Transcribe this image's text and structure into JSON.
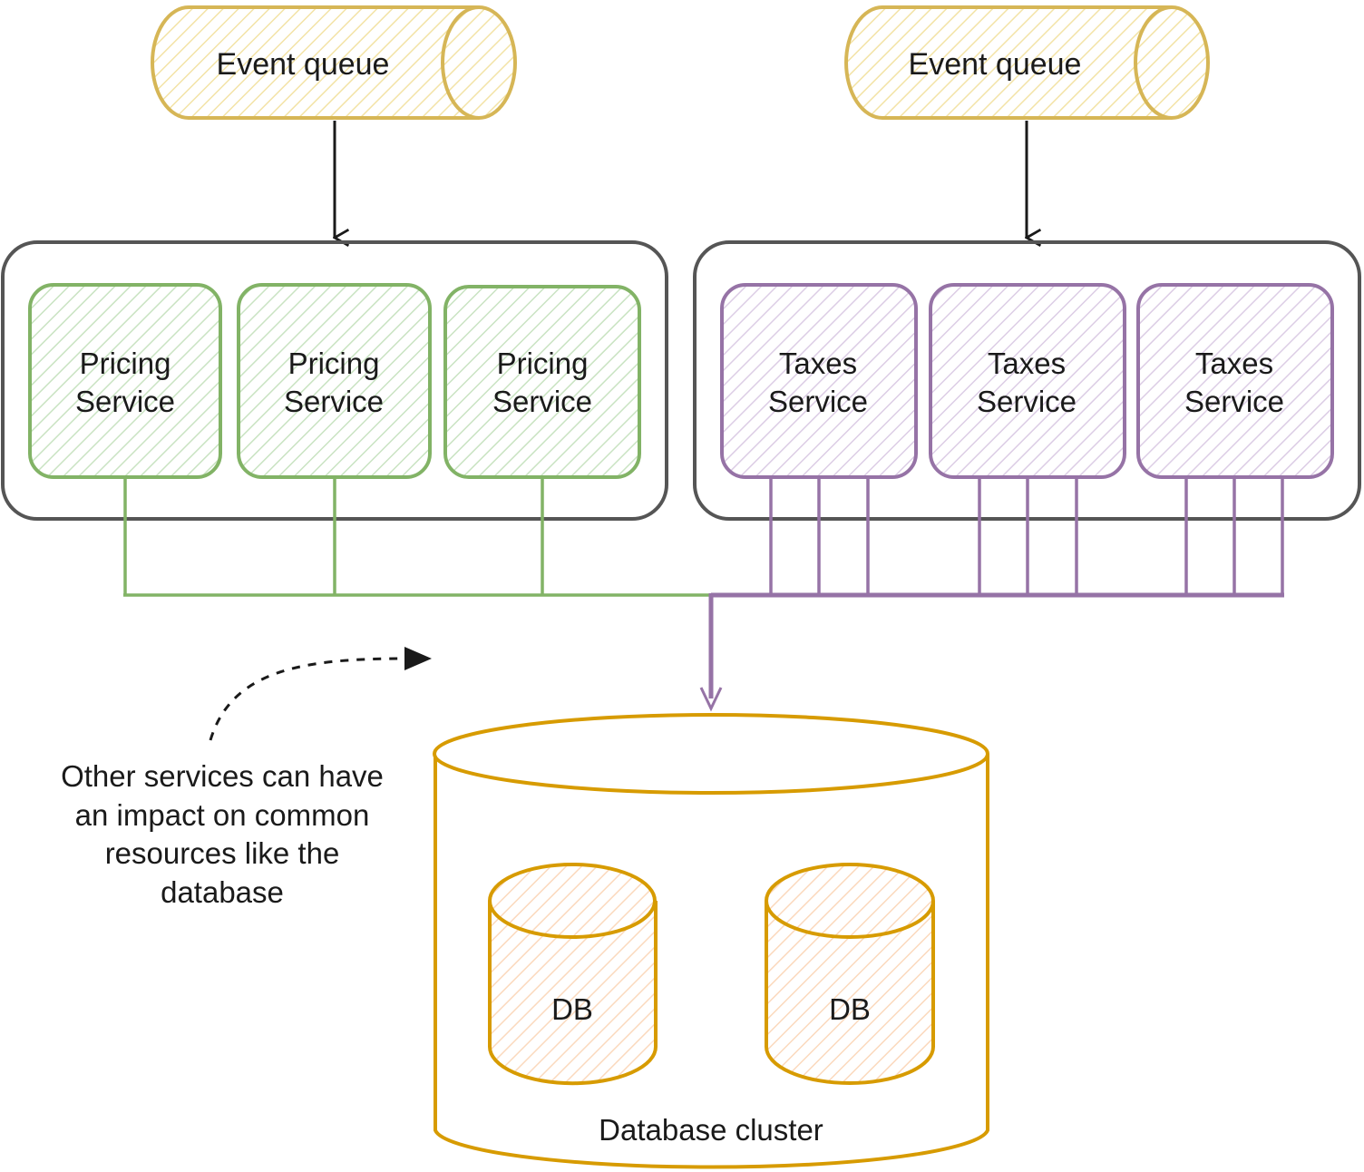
{
  "queues": [
    {
      "label": "Event queue"
    },
    {
      "label": "Event queue"
    }
  ],
  "pricing_group": {
    "services": [
      {
        "line1": "Pricing",
        "line2": "Service"
      },
      {
        "line1": "Pricing",
        "line2": "Service"
      },
      {
        "line1": "Pricing",
        "line2": "Service"
      }
    ]
  },
  "taxes_group": {
    "services": [
      {
        "line1": "Taxes",
        "line2": "Service"
      },
      {
        "line1": "Taxes",
        "line2": "Service"
      },
      {
        "line1": "Taxes",
        "line2": "Service"
      }
    ]
  },
  "annotation": {
    "lines": [
      "Other services can have",
      "an impact on common",
      "resources like the",
      "database"
    ]
  },
  "database": {
    "cluster_label": "Database cluster",
    "nodes": [
      {
        "label": "DB"
      },
      {
        "label": "DB"
      }
    ]
  },
  "colors": {
    "queue_stroke": "#d6b656",
    "queue_fill": "#fff2cc",
    "pricing_stroke": "#82b366",
    "pricing_fill": "#d5e8d4",
    "taxes_stroke": "#9673a6",
    "taxes_fill": "#e1d5e7",
    "group_stroke": "#555555",
    "db_stroke": "#d79b00",
    "db_fill": "#ffe6cc"
  }
}
